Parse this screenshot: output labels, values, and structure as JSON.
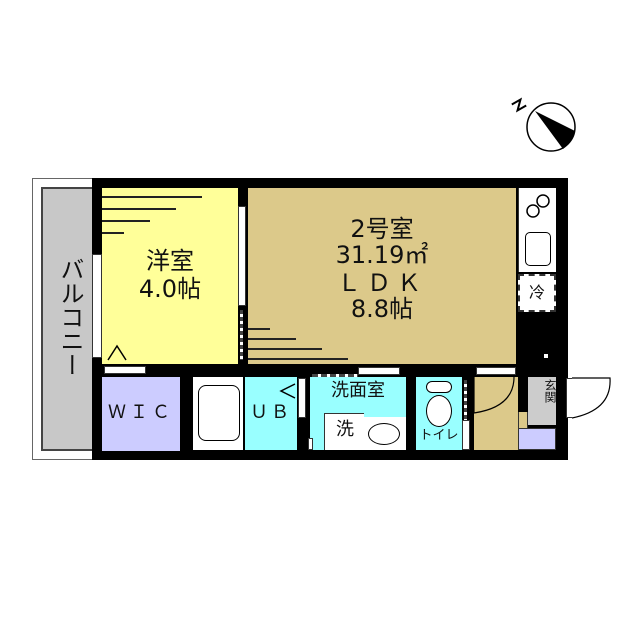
{
  "compass": {
    "label": "N"
  },
  "unit": {
    "name": "2号室",
    "area": "31.19㎡",
    "type": "ＬＤＫ",
    "ldk_size": "8.8帖"
  },
  "rooms": {
    "western": {
      "name": "洋室",
      "size": "4.0帖"
    },
    "balcony": {
      "name": "バルコニー"
    },
    "wic": {
      "name": "ＷＩＣ"
    },
    "ub": {
      "name": "ＵＢ"
    },
    "washroom": {
      "name": "洗面室"
    },
    "washer": {
      "name": "洗"
    },
    "toilet": {
      "name": "トイレ"
    },
    "entrance": {
      "name": "玄関"
    },
    "fridge": {
      "name": "冷"
    }
  },
  "colors": {
    "western": "#ffff99",
    "ldk": "#dcc98a",
    "balcony": "#c8c8c8",
    "wic": "#ccccff",
    "wet": "#99ffff",
    "entrance": "#cccccc",
    "shoebox": "#ccccff",
    "hall": "#dcc98a"
  }
}
